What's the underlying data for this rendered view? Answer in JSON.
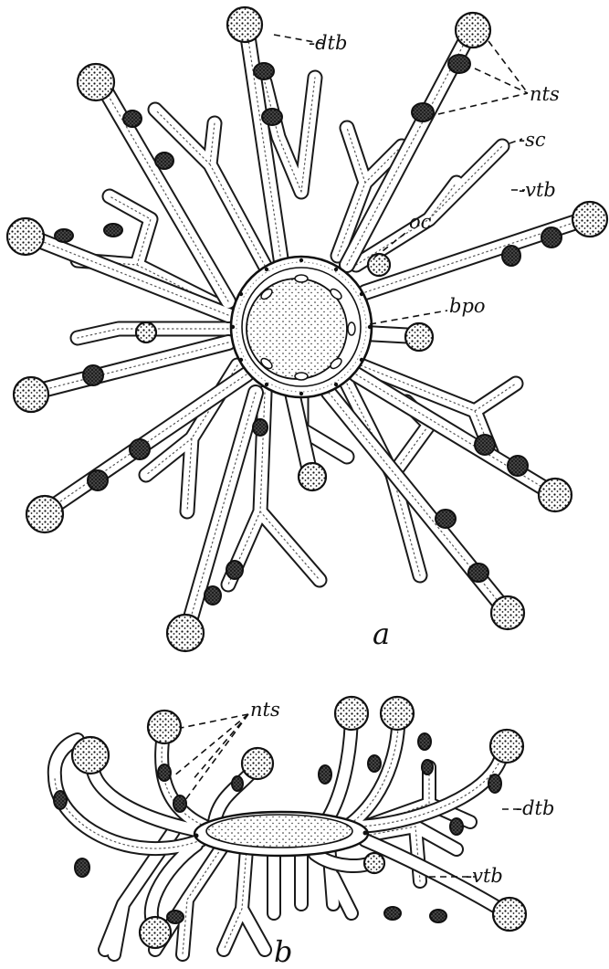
{
  "figure_a": {
    "panel_label": "a",
    "labels": {
      "dtb": "-dtb",
      "nts": "nts",
      "sc": "-sc",
      "vtb": "-vtb",
      "oc": "oc",
      "bpo": "bpo"
    }
  },
  "figure_b": {
    "panel_label": "b",
    "labels": {
      "nts": "nts",
      "dtb": "-dtb",
      "vtb": "-vtb"
    }
  }
}
